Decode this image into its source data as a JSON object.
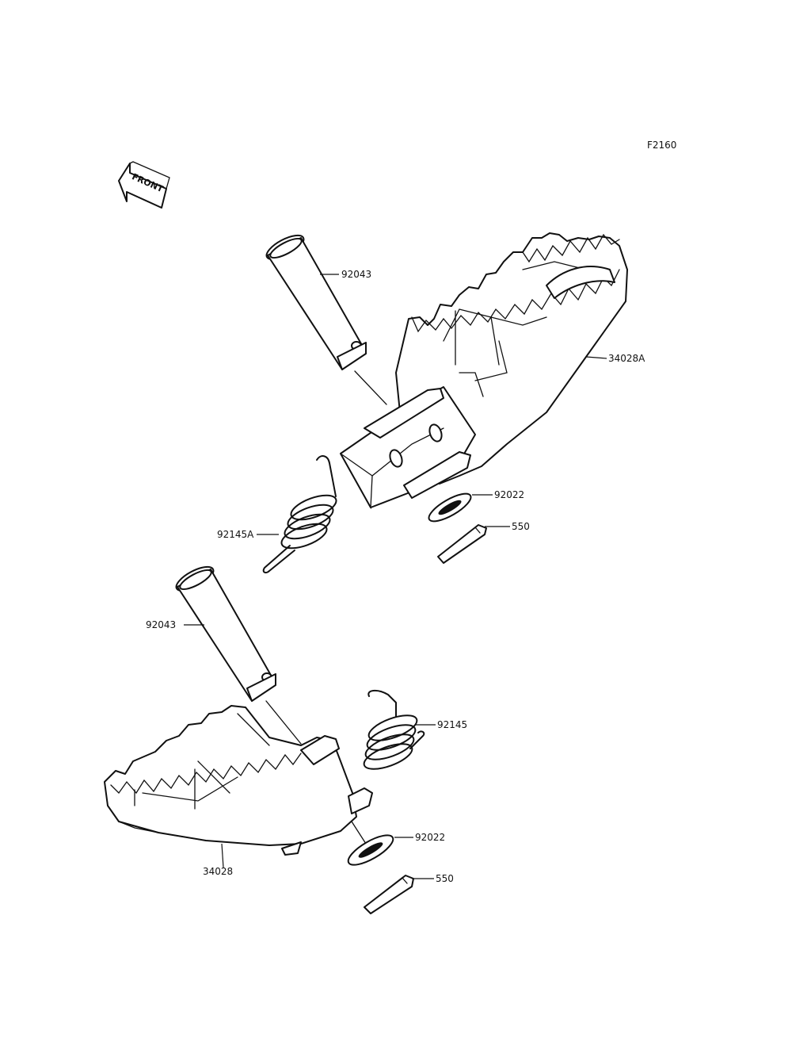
{
  "figure_code": "F2160",
  "front_arrow_text": "FRONT",
  "callouts": {
    "pin_upper": "92043",
    "footpeg_right": "34028A",
    "washer_upper": "92022",
    "cotter_upper": "550",
    "spring_upper": "92145A",
    "pin_lower": "92043",
    "spring_lower": "92145",
    "washer_lower": "92022",
    "footpeg_left": "34028",
    "cotter_lower": "550"
  },
  "icons": {
    "front_arrow": "front-direction-arrow-icon"
  }
}
